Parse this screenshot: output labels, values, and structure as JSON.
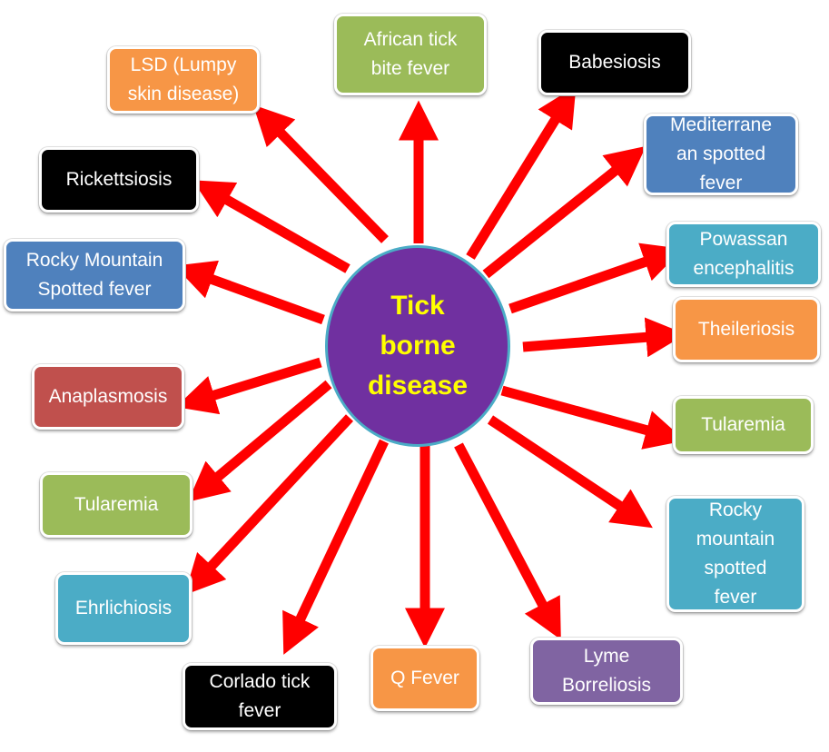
{
  "diagram": {
    "type": "radial-mind-map",
    "center": {
      "label": "Tick\nborne\ndisease",
      "fill": "#7030a0",
      "text_color": "#ffff00",
      "border": "#4bacc6"
    },
    "arrow_color": "#ff0000",
    "nodes": [
      {
        "id": "african-tick-bite-fever",
        "label": "African tick\nbite fever",
        "fill": "#9bbb59",
        "text_color": "#ffffff"
      },
      {
        "id": "babesiosis",
        "label": "Babesiosis",
        "fill": "#000000",
        "text_color": "#ffffff"
      },
      {
        "id": "mediterranean-spotted-fever",
        "label": "Mediterrane\nan spotted\nfever",
        "fill": "#4f81bd",
        "text_color": "#ffffff"
      },
      {
        "id": "powassan-encephalitis",
        "label": "Powassan\nencephalitis",
        "fill": "#4bacc6",
        "text_color": "#ffffff"
      },
      {
        "id": "theileriosis",
        "label": "Theileriosis",
        "fill": "#f79646",
        "text_color": "#ffffff"
      },
      {
        "id": "tularemia-right",
        "label": "Tularemia",
        "fill": "#9bbb59",
        "text_color": "#ffffff"
      },
      {
        "id": "rocky-mountain-spotted-fever-right",
        "label": "Rocky\nmountain\nspotted\nfever",
        "fill": "#4bacc6",
        "text_color": "#ffffff"
      },
      {
        "id": "lyme-borreliosis",
        "label": "Lyme\nBorreliosis",
        "fill": "#8064a2",
        "text_color": "#ffffff"
      },
      {
        "id": "q-fever",
        "label": "Q Fever",
        "fill": "#f79646",
        "text_color": "#ffffff"
      },
      {
        "id": "corlado-tick-fever",
        "label": "Corlado tick\nfever",
        "fill": "#000000",
        "text_color": "#ffffff"
      },
      {
        "id": "ehrlichiosis",
        "label": "Ehrlichiosis",
        "fill": "#4bacc6",
        "text_color": "#ffffff"
      },
      {
        "id": "tularemia-left",
        "label": "Tularemia",
        "fill": "#9bbb59",
        "text_color": "#ffffff"
      },
      {
        "id": "anaplasmosis",
        "label": "Anaplasmosis",
        "fill": "#c0504d",
        "text_color": "#ffffff"
      },
      {
        "id": "rocky-mountain-spotted-fever-left",
        "label": "Rocky Mountain\nSpotted fever",
        "fill": "#4f81bd",
        "text_color": "#ffffff"
      },
      {
        "id": "rickettsiosis",
        "label": "Rickettsiosis",
        "fill": "#000000",
        "text_color": "#ffffff"
      },
      {
        "id": "lsd-lumpy-skin-disease",
        "label": "LSD (Lumpy\nskin disease)",
        "fill": "#f79646",
        "text_color": "#ffffff"
      }
    ]
  }
}
